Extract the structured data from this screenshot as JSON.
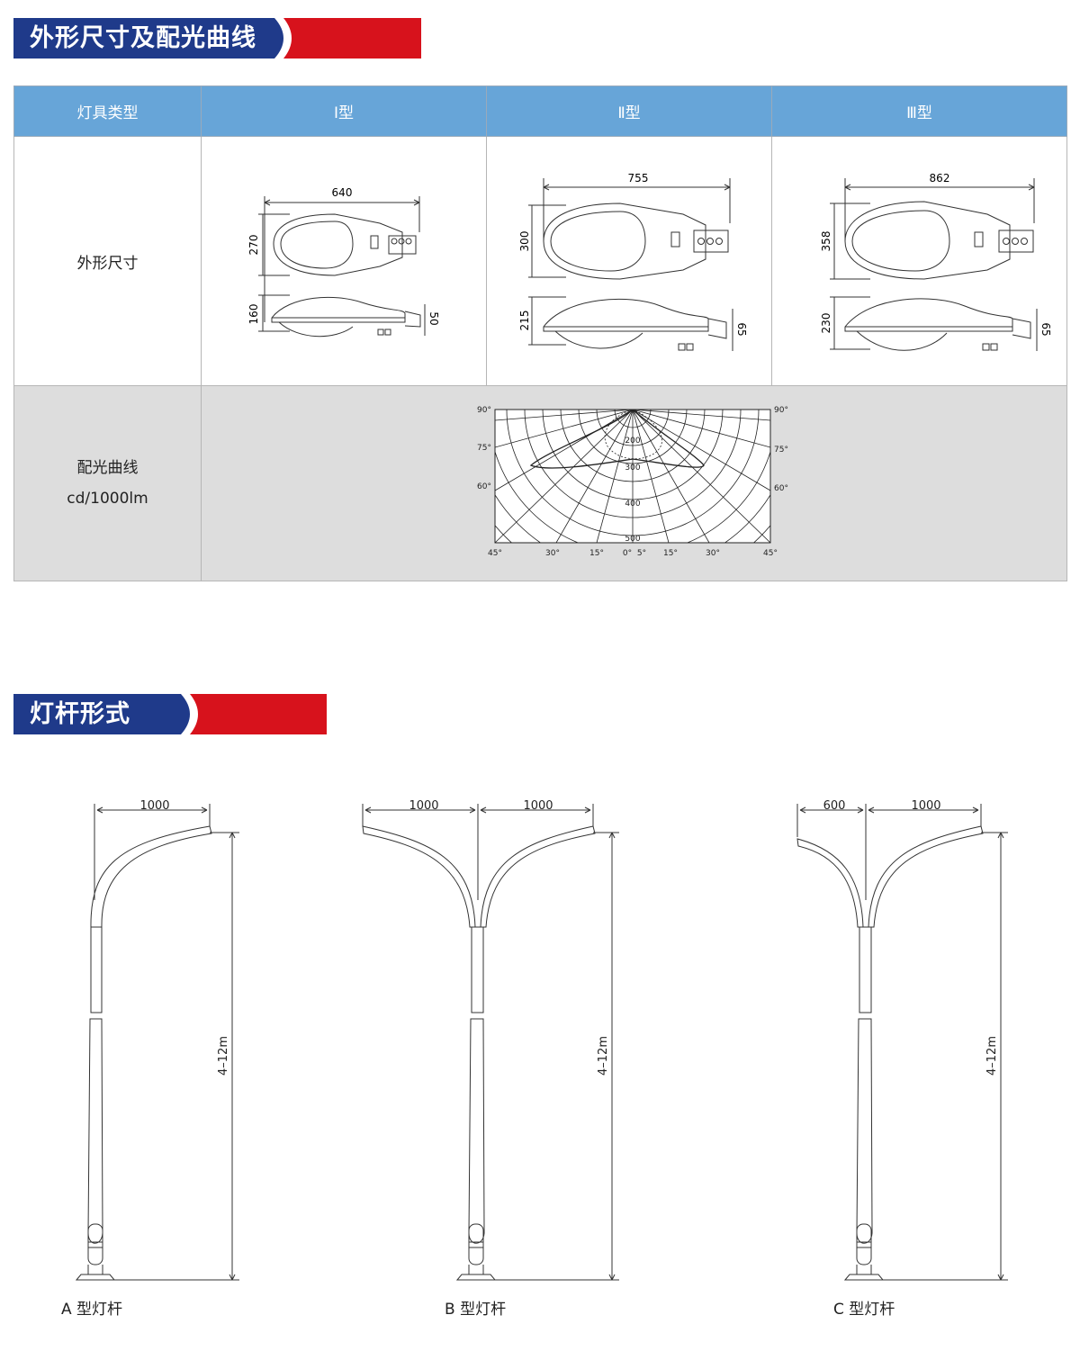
{
  "section1": {
    "title": "外形尺寸及配光曲线"
  },
  "table": {
    "headers": [
      "灯具类型",
      "Ⅰ型",
      "Ⅱ型",
      "Ⅲ型"
    ],
    "dim_label": "外形尺寸",
    "curve_label_line1": "配光曲线",
    "curve_label_line2": "cd/1000lm",
    "types": [
      {
        "length": "640",
        "width": "270",
        "height": "160",
        "arm": "50"
      },
      {
        "length": "755",
        "width": "300",
        "height": "215",
        "arm": "65"
      },
      {
        "length": "862",
        "width": "358",
        "height": "230",
        "arm": "65"
      }
    ]
  },
  "polar": {
    "left_angles": [
      "90°",
      "75°",
      "60°"
    ],
    "right_angles": [
      "90°",
      "75°",
      "60°"
    ],
    "radial_labels": [
      "200",
      "300",
      "400",
      "500"
    ],
    "bottom_labels": [
      "45°",
      "30°",
      "15°",
      "0°",
      "5°",
      "15°",
      "30°",
      "45°"
    ]
  },
  "section2": {
    "title": "灯杆形式"
  },
  "poles": [
    {
      "label": "A 型灯杆",
      "left_arm": "1000",
      "height": "4–12m"
    },
    {
      "label": "B 型灯杆",
      "left_arm": "1000",
      "right_arm": "1000",
      "height": "4–12m"
    },
    {
      "label": "C 型灯杆",
      "left_arm": "600",
      "right_arm": "1000",
      "height": "4–12m"
    }
  ],
  "colors": {
    "header_blue": "#1f3a8a",
    "header_red": "#d7121c",
    "table_header": "#67a5d8",
    "curve_row": "#dddddd"
  }
}
